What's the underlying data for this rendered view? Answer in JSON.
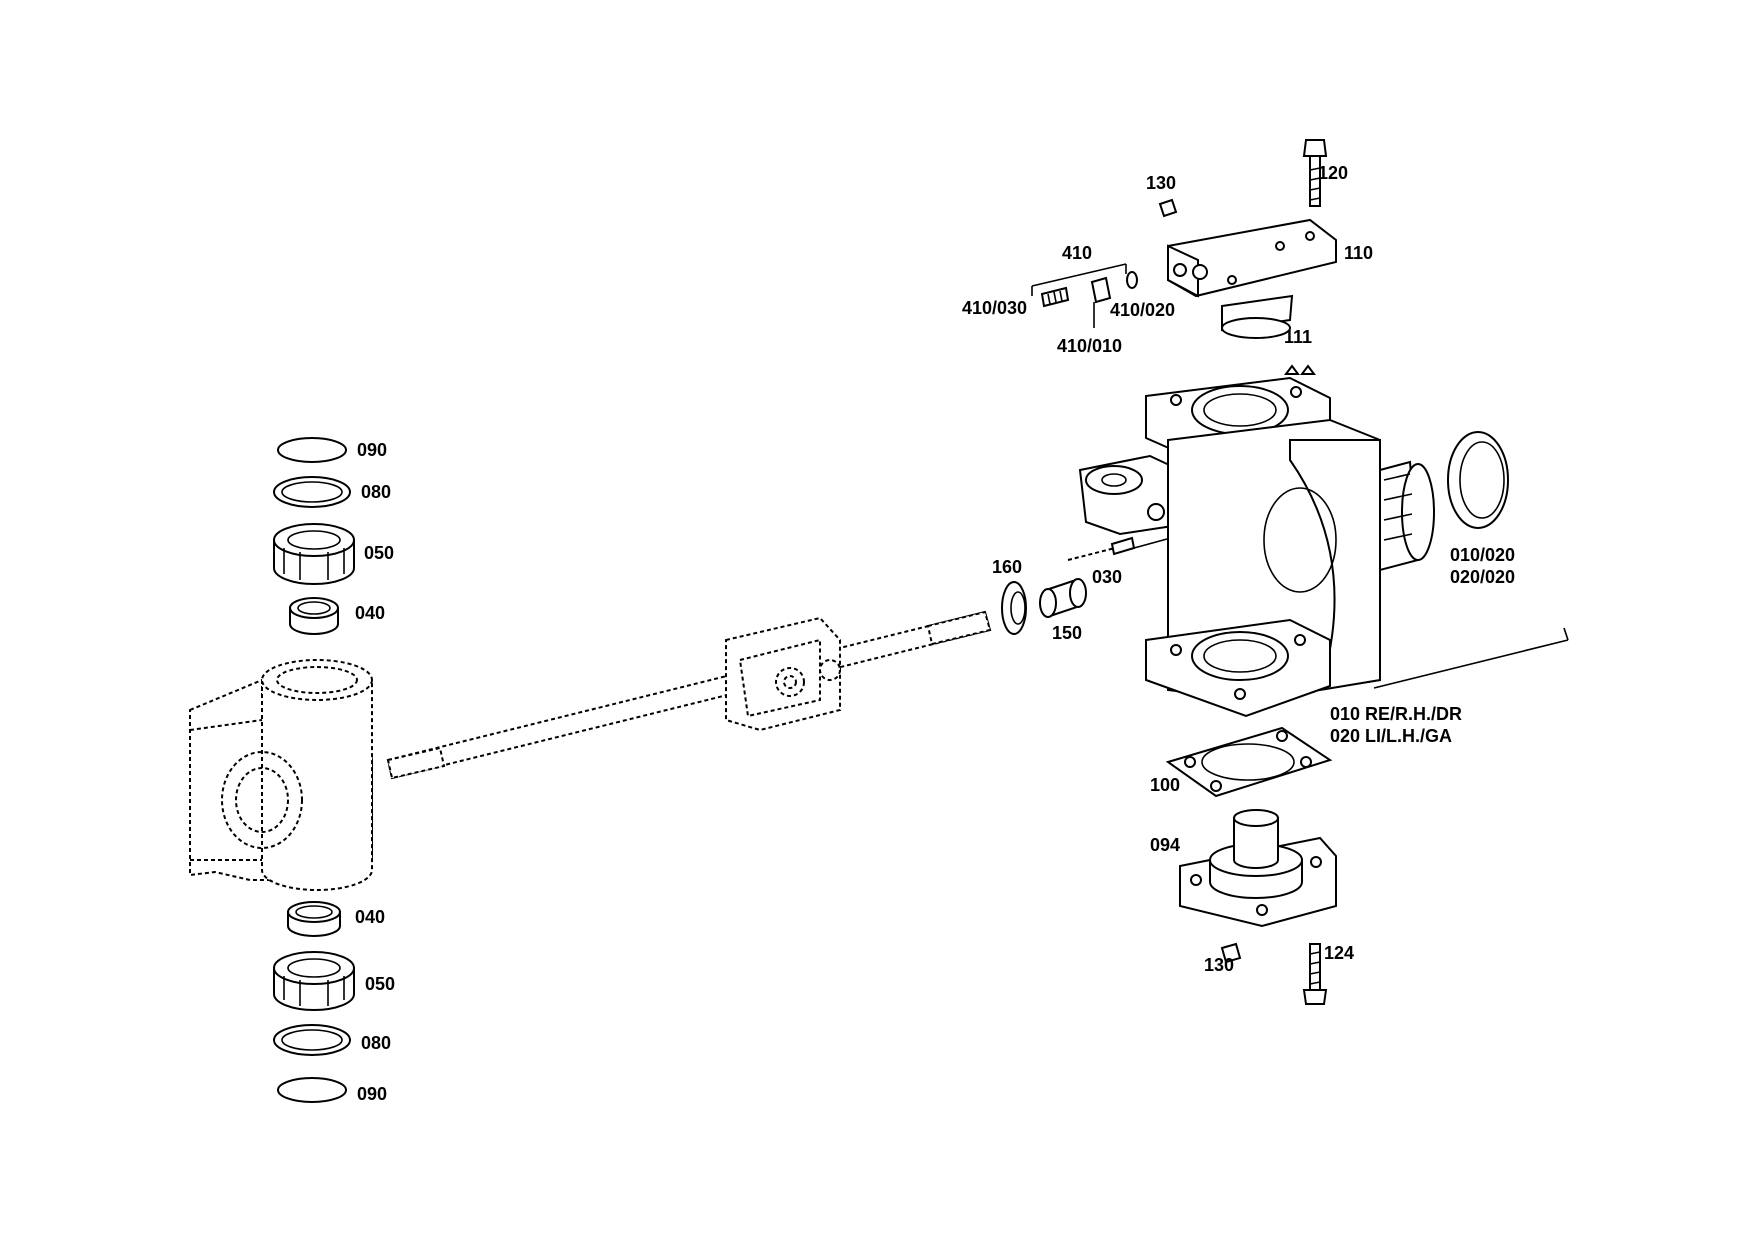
{
  "diagram": {
    "labels": {
      "p090_top": "090",
      "p080_top": "080",
      "p050_top": "050",
      "p040_top": "040",
      "p040_bot": "040",
      "p050_bot": "050",
      "p080_bot": "080",
      "p090_bot": "090",
      "p160": "160",
      "p150": "150",
      "p030": "030",
      "p410": "410",
      "p410_030": "410/030",
      "p410_020": "410/020",
      "p410_010": "410/010",
      "p130_top": "130",
      "p120": "120",
      "p110": "110",
      "p111": "111",
      "p010_020_a": "010/020",
      "p010_020_b": "020/020",
      "p010_rh": "010 RE/R.H./DR",
      "p020_lh": "020 LI/L.H./GA",
      "p100": "100",
      "p094": "094",
      "p130_bot": "130",
      "p124": "124"
    }
  }
}
